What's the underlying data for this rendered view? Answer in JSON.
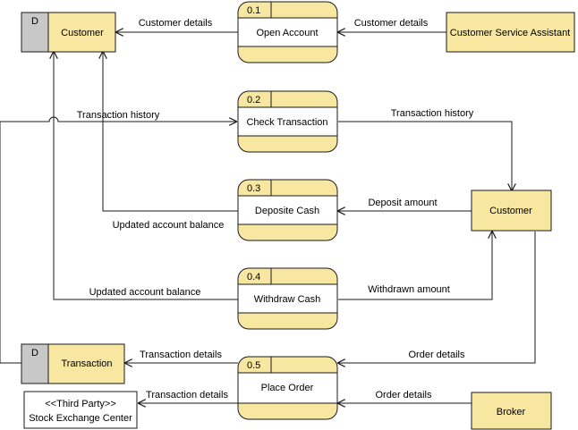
{
  "colors": {
    "fill": "#f7e7a1",
    "stroke": "#1a1a1a",
    "store_id_fill": "#c8c8c8",
    "line": "#1a1a1a"
  },
  "processes": [
    {
      "id": "0.1",
      "name": "Open Account"
    },
    {
      "id": "0.2",
      "name": "Check Transaction"
    },
    {
      "id": "0.3",
      "name": "Deposite Cash"
    },
    {
      "id": "0.4",
      "name": "Withdraw Cash"
    },
    {
      "id": "0.5",
      "name": "Place Order"
    }
  ],
  "data_stores": [
    {
      "id": "D",
      "name": "Customer"
    },
    {
      "id": "D",
      "name": "Transaction"
    }
  ],
  "entities": {
    "customer_service_assistant": "Customer Service Assistant",
    "customer": "Customer",
    "broker": "Broker",
    "third_party_line1": "<<Third Party>>",
    "third_party_line2": "Stock Exchange Center"
  },
  "flows": {
    "customer_details_1": "Customer details",
    "customer_details_2": "Customer details",
    "transaction_history_1": "Transaction history",
    "transaction_history_2": "Transaction history",
    "deposit_amount": "Deposit amount",
    "updated_balance_1": "Updated account balance",
    "updated_balance_2": "Updated account balance",
    "withdrawn_amount": "Withdrawn amount",
    "transaction_details_1": "Transaction details",
    "transaction_details_2": "Transaction details",
    "order_details_1": "Order details",
    "order_details_2": "Order details"
  }
}
